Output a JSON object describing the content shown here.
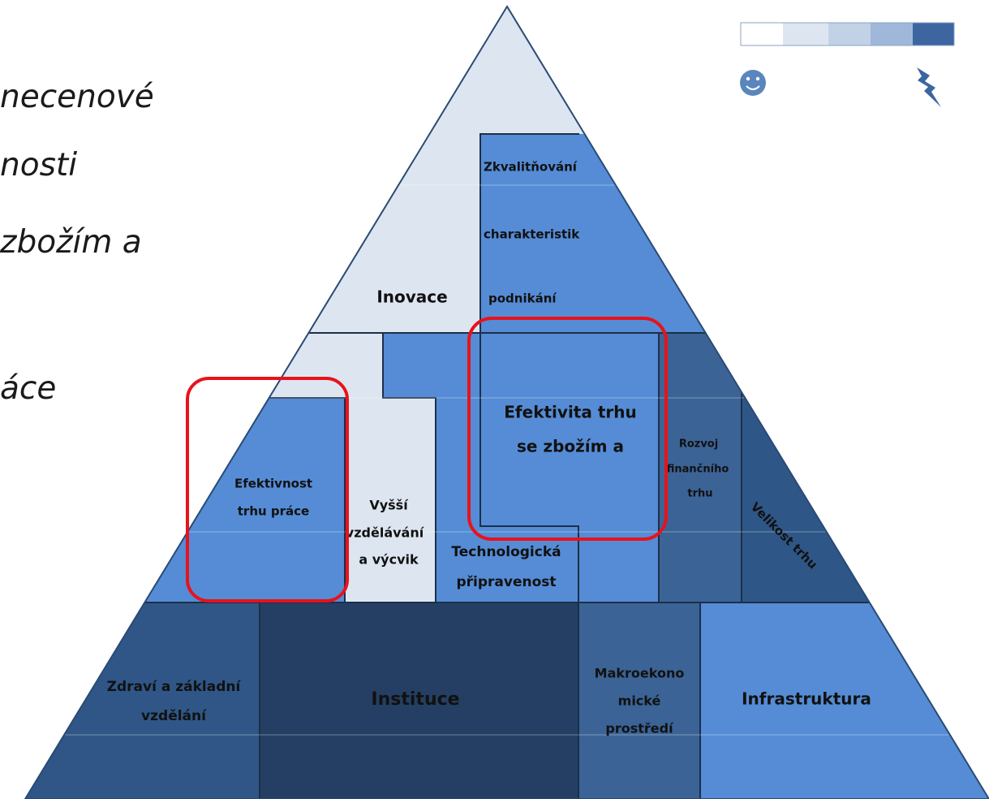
{
  "side_text": {
    "line1": "necenové",
    "line2": "nosti",
    "line3": "zbožím a",
    "line4": "áce"
  },
  "legend": {
    "colors": [
      "#ffffff",
      "#dde6f0",
      "#c2d2e6",
      "#9fb8d9",
      "#3d65a0"
    ],
    "low_icon": "smiley-icon",
    "high_icon": "lightning-icon"
  },
  "pyramid": {
    "top": {
      "inovace": "Inovace",
      "zkvalitnovani": [
        "Zkvalitňování",
        "charakteristik",
        "podnikání"
      ]
    },
    "middle": {
      "efektivnost_trhu_prace": [
        "Efektivnost",
        "trhu práce"
      ],
      "vyssi_vzdelavani": [
        "Vyšší",
        "vzdělávání",
        "a výcvik"
      ],
      "technologicka_pripravenost": [
        "Technologická",
        "připravenost"
      ],
      "efektivita_trhu": [
        "Efektivita trhu",
        "se zbožím a"
      ],
      "rozvoj_financniho_trhu": [
        "Rozvoj",
        "finančního",
        "trhu"
      ],
      "velikost_trhu": "Velikost trhu"
    },
    "bottom": {
      "zdravi": [
        "Zdraví a základní",
        "vzdělání"
      ],
      "instituce": "Instituce",
      "makroekonomicke": [
        "Makroekono",
        "mické",
        "prostředí"
      ],
      "infrastruktura": "Infrastruktura"
    }
  },
  "colors": {
    "pale": "#dde6f0",
    "mid_blue": "#558cd5",
    "dark_blue": "#3b6396",
    "darker_blue": "#2a4a74",
    "darkest_blue": "#243f63",
    "highlight": "#e8121b"
  }
}
